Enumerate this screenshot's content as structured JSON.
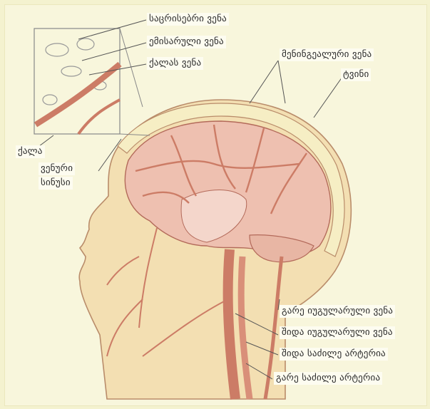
{
  "labels": {
    "emissary_vein_top": "საცრისებრი ვენა",
    "emissary_vein": "ემისარული ვენა",
    "skull_vein": "ქალას ვენა",
    "meningeal_vein": "მენინგეალური ვენა",
    "brain": "ტვინი",
    "skull": "ქალა",
    "venous_sinus_1": "ვენური",
    "venous_sinus_2": "სინუსი",
    "external_jugular": "გარე იუგულარული ვენა",
    "internal_jugular": "შიდა იუგულარული ვენა",
    "internal_carotid": "შიდა საძილე არტერია",
    "external_carotid": "გარე საძილე არტერია"
  },
  "colors": {
    "background": "#f8f6dc",
    "skin": "#f3dfb2",
    "brain": "#eec0b0",
    "vessel": "#cc7c66",
    "skull": "#f6eec4",
    "leader": "#555555"
  }
}
